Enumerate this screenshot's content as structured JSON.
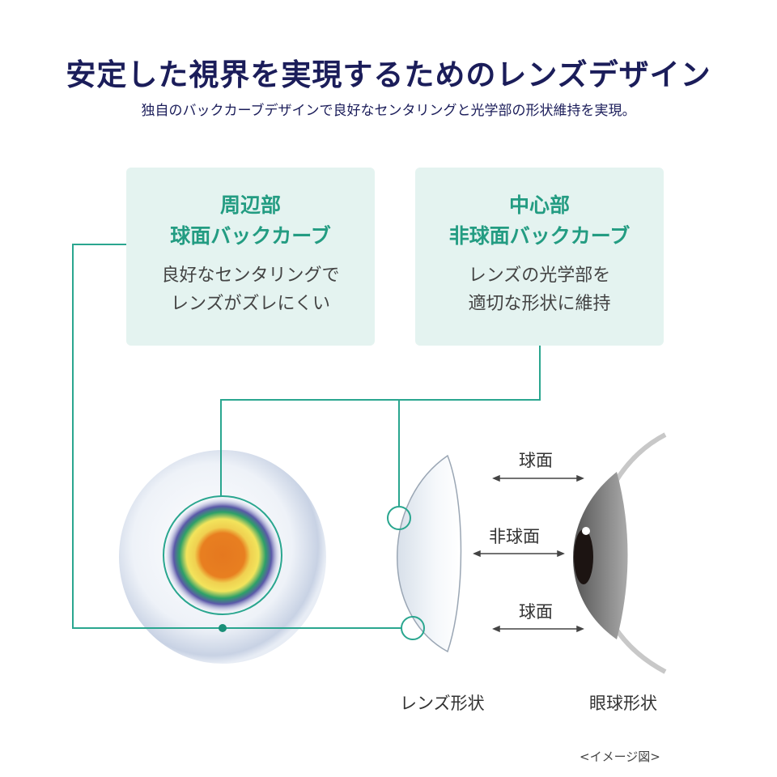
{
  "title": "安定した視界を実現するためのレンズデザイン",
  "subtitle": "独自のバックカーブデザインで良好なセンタリングと光学部の形状維持を実現。",
  "boxes": [
    {
      "heading1": "周辺部",
      "heading2": "球面バックカーブ",
      "desc1": "良好なセンタリングで",
      "desc2": "レンズがズレにくい"
    },
    {
      "heading1": "中心部",
      "heading2": "非球面バックカーブ",
      "desc1": "レンズの光学部を",
      "desc2": "適切な形状に維持"
    }
  ],
  "labels": {
    "top": "球面",
    "middle": "非球面",
    "bottom": "球面",
    "lens_shape": "レンズ形状",
    "eye_shape": "眼球形状",
    "note": "<イメージ図>"
  },
  "colors": {
    "accent": "#2aa68f",
    "title": "#1b1d5a",
    "box_bg": "#e4f3f0"
  }
}
